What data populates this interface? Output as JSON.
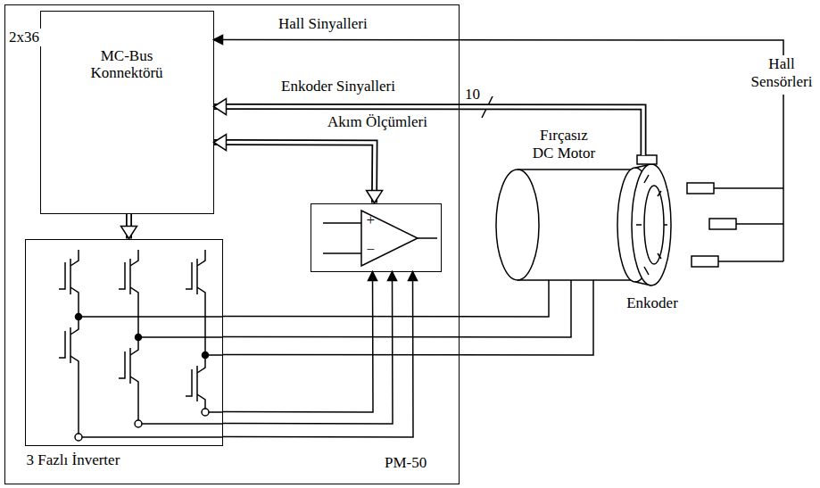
{
  "diagram": {
    "nodes": [
      {
        "text": [
          "PM-50"
        ]
      },
      {
        "text": [
          "MC-Bus Konnektörü"
        ],
        "in": 0
      },
      {
        "text": [
          "+",
          "−"
        ],
        "in": 0
      },
      {
        "text": [
          "3 Fazlı İnverter"
        ],
        "in": 0
      },
      {
        "text": [
          "Fırçasız DC Motor"
        ]
      },
      {
        "text": [
          "Enkoder"
        ]
      },
      {
        "text": [
          "Hall Sensörleri"
        ]
      }
    ],
    "edges": [
      {
        "from": 6,
        "to": 1,
        "label": "Hall Sinyalleri",
        "arrow": "to"
      },
      {
        "from": 5,
        "to": 1,
        "label": "Enkoder Sinyalleri",
        "arrow": "to"
      },
      {
        "from": 1,
        "to": 2,
        "label": "Akım Ölçümleri",
        "arrow": "both"
      },
      {
        "from": 1,
        "to": 3,
        "arrow": "to"
      },
      {
        "from": 3,
        "to": 4,
        "arrow": "none"
      },
      {
        "from": 3,
        "to": 4,
        "arrow": "none"
      },
      {
        "from": 3,
        "to": 4,
        "arrow": "none"
      },
      {
        "from": 3,
        "to": 2,
        "arrow": "to"
      },
      {
        "from": 3,
        "to": 2,
        "arrow": "to"
      },
      {
        "from": 3,
        "to": 2,
        "arrow": "to"
      }
    ],
    "labels": [
      "2x36",
      "10"
    ]
  }
}
